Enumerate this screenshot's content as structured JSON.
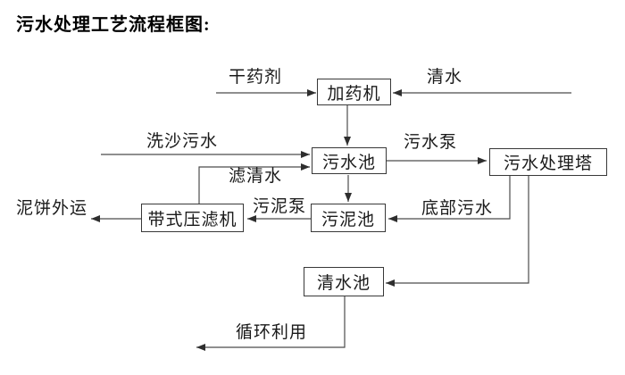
{
  "title": "污水处理工艺流程框图:",
  "nodes": {
    "dosing_machine": "加药机",
    "sewage_pool": "污水池",
    "sewage_treatment_tower": "污水处理塔",
    "sludge_pool": "污泥池",
    "belt_filter_press": "带式压滤机",
    "clean_water_pool": "清水池"
  },
  "edge_labels": {
    "dry_chemical": "干药剂",
    "clean_water": "清水",
    "sand_washing_sewage": "洗沙污水",
    "sewage_pump": "污水泵",
    "filtered_water": "滤清水",
    "sludge_pump": "污泥泵",
    "bottom_sewage": "底部污水",
    "mud_cake_outbound": "泥饼外运",
    "recycling": "循环利用"
  },
  "connections": [
    "干药剂 → 加药机",
    "清水 → 加药机",
    "加药机 → 污水池",
    "洗沙污水 → 污水池",
    "带式压滤机 → 污水池 (滤清水)",
    "污水池 → 污水处理塔 (污水泵)",
    "污水池 → 污泥池",
    "污水处理塔 → 污泥池 (底部污水)",
    "污泥池 → 带式压滤机 (污泥泵)",
    "带式压滤机 → 泥饼外运",
    "污水处理塔 → 清水池",
    "清水池 → 循环利用"
  ]
}
